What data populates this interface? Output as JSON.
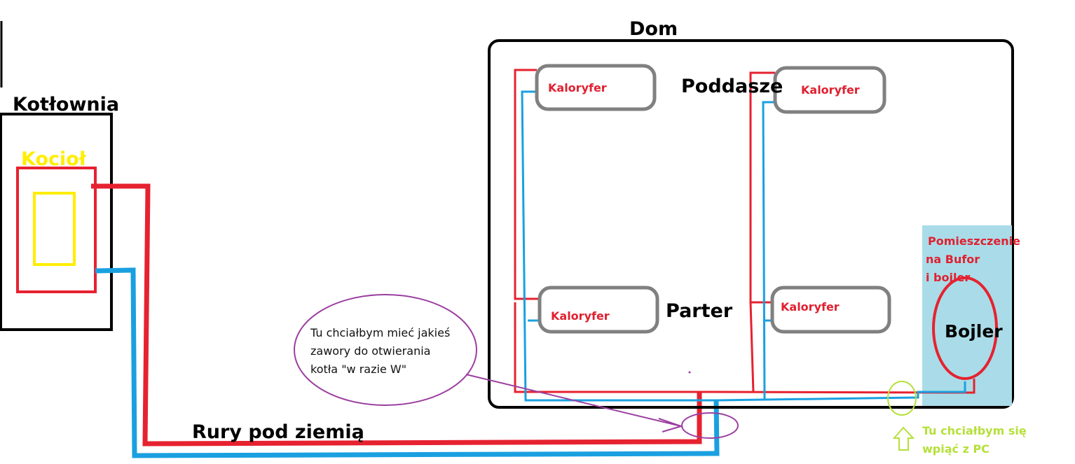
{
  "labels": {
    "kotlownia": "Kotłownia",
    "kociol": "Kocioł",
    "dom": "Dom",
    "poddasze": "Poddasze",
    "parter": "Parter",
    "rury": "Rury pod ziemią",
    "bojler": "Bojler"
  },
  "radiators": {
    "top_left": "Kaloryfer",
    "top_right": "Kaloryfer",
    "bottom_left": "Kaloryfer",
    "bottom_right": "Kaloryfer"
  },
  "buffer_room": {
    "line1": "Pomieszczenie",
    "line2": "na Bufor",
    "line3": "i bojler"
  },
  "valve_note": {
    "line1": "Tu chciałbym mieć jakieś",
    "line2": "zawory do otwierania",
    "line3": "kotła \"w razie W\""
  },
  "pc_note": {
    "line1": "Tu chciałbym się",
    "line2": "wpiąć z PC"
  },
  "colors": {
    "hot_pipe": "#e62230",
    "cold_pipe": "#1aa0e0",
    "radiator": "#808080",
    "buffer_room": "#a9dce8",
    "boiler_label": "#ffee00",
    "note_outline": "#9b3fa0",
    "pc_marker": "#b5e03a"
  }
}
